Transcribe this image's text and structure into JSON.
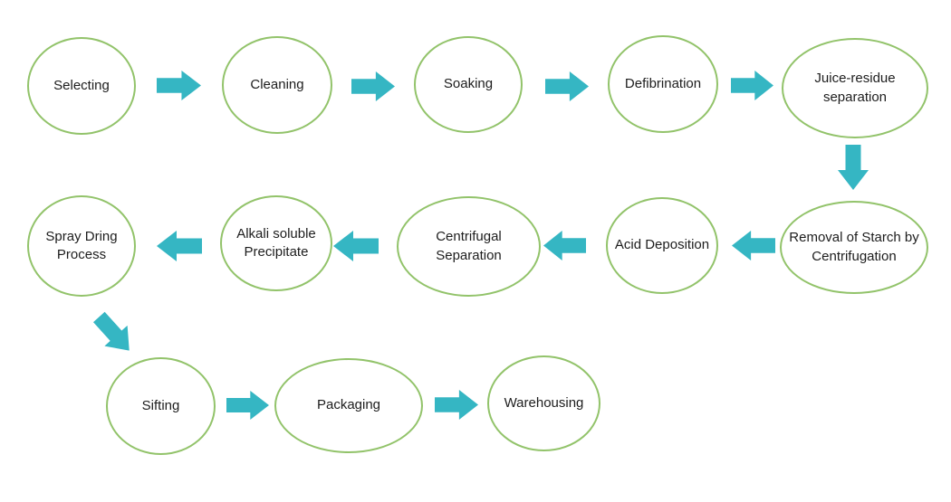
{
  "diagram": {
    "type": "flowchart",
    "colors": {
      "node_border": "#92c36a",
      "arrow": "#35b6c3",
      "text": "#1d1d1d",
      "background": "#ffffff"
    },
    "nodes": [
      {
        "id": "selecting",
        "label": "Selecting"
      },
      {
        "id": "cleaning",
        "label": "Cleaning"
      },
      {
        "id": "soaking",
        "label": "Soaking"
      },
      {
        "id": "defibrination",
        "label": "Defibrination"
      },
      {
        "id": "juice-residue",
        "label": "Juice-residue\nseparation"
      },
      {
        "id": "removal-of-starch",
        "label": "Removal of Starch by\nCentrifugation"
      },
      {
        "id": "acid-deposition",
        "label": "Acid Deposition"
      },
      {
        "id": "centrifugal-separation",
        "label": "Centrifugal Separation"
      },
      {
        "id": "alkali-soluble",
        "label": "Alkali soluble\nPrecipitate"
      },
      {
        "id": "spray-dring",
        "label": "Spray Dring\nProcess"
      },
      {
        "id": "sifting",
        "label": "Sifting"
      },
      {
        "id": "packaging",
        "label": "Packaging"
      },
      {
        "id": "warehousing",
        "label": "Warehousing"
      }
    ],
    "edges": [
      {
        "from": "Selecting",
        "to": "Cleaning",
        "direction": "right"
      },
      {
        "from": "Cleaning",
        "to": "Soaking",
        "direction": "right"
      },
      {
        "from": "Soaking",
        "to": "Defibrination",
        "direction": "right"
      },
      {
        "from": "Defibrination",
        "to": "Juice-residue separation",
        "direction": "right"
      },
      {
        "from": "Juice-residue separation",
        "to": "Removal of Starch by Centrifugation",
        "direction": "down"
      },
      {
        "from": "Removal of Starch by Centrifugation",
        "to": "Acid Deposition",
        "direction": "left"
      },
      {
        "from": "Acid Deposition",
        "to": "Centrifugal Separation",
        "direction": "left"
      },
      {
        "from": "Centrifugal Separation",
        "to": "Alkali soluble Precipitate",
        "direction": "left"
      },
      {
        "from": "Alkali soluble Precipitate",
        "to": "Spray Dring Process",
        "direction": "left"
      },
      {
        "from": "Spray Dring Process",
        "to": "Sifting",
        "direction": "down-right"
      },
      {
        "from": "Sifting",
        "to": "Packaging",
        "direction": "right"
      },
      {
        "from": "Packaging",
        "to": "Warehousing",
        "direction": "right"
      }
    ]
  }
}
